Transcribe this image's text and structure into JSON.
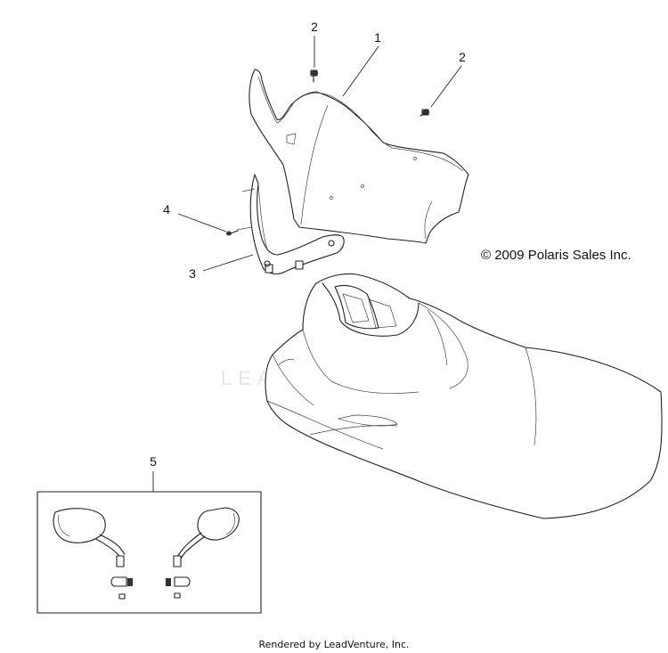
{
  "callouts": [
    {
      "id": "c1",
      "label": "1"
    },
    {
      "id": "c2a",
      "label": "2"
    },
    {
      "id": "c2b",
      "label": "2"
    },
    {
      "id": "c3",
      "label": "3"
    },
    {
      "id": "c4",
      "label": "4"
    },
    {
      "id": "c5",
      "label": "5"
    }
  ],
  "copyright": "© 2009 Polaris Sales Inc.",
  "watermark": "LEADVENTURE",
  "footer": "Rendered by LeadVenture, Inc.",
  "colors": {
    "line": "#222222",
    "background": "#ffffff",
    "watermark": "#e6e6e6"
  }
}
